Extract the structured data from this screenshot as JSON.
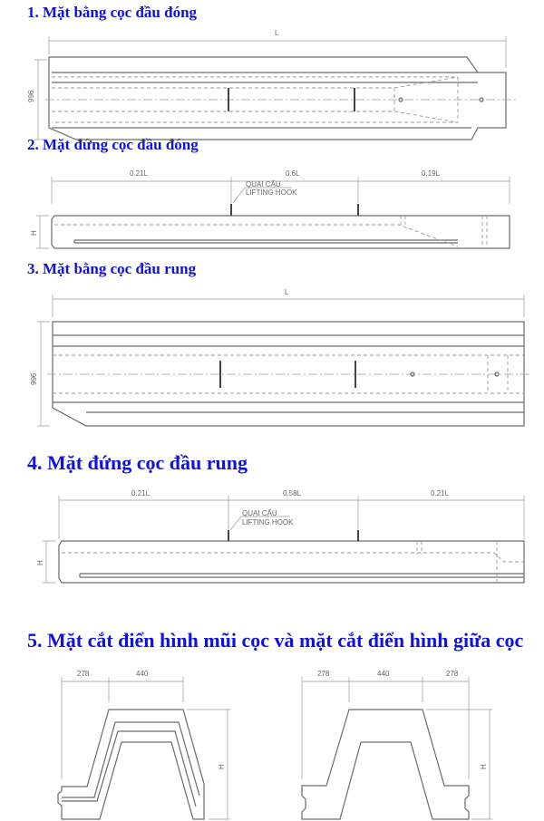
{
  "sections": [
    {
      "title": "1. Mặt bằng cọc đầu đóng",
      "dims": [
        "L"
      ],
      "side_label": "996"
    },
    {
      "title": "2. Mặt đứng cọc đầu đóng",
      "dims": [
        "0.21L",
        "0.6L",
        "0.19L"
      ],
      "side_label": "H",
      "hook_labels": [
        "QUAI CẨU",
        "LIFTING HOOK"
      ]
    },
    {
      "title": "3. Mặt bằng cọc đầu rung",
      "dims": [
        "L"
      ],
      "side_label": "996"
    },
    {
      "title": "4. Mặt đứng cọc đầu rung",
      "dims": [
        "0.21L",
        "0.58L",
        "0.21L"
      ],
      "side_label": "H",
      "hook_labels": [
        "QUAI CẨU",
        "LIFTING HOOK"
      ]
    },
    {
      "title": "5. Mặt cắt điển hình mũi cọc và mặt cắt điển hình giữa cọc",
      "left_dims": [
        "278",
        "440"
      ],
      "right_dims": [
        "278",
        "440",
        "278"
      ],
      "side_label": "H"
    }
  ]
}
